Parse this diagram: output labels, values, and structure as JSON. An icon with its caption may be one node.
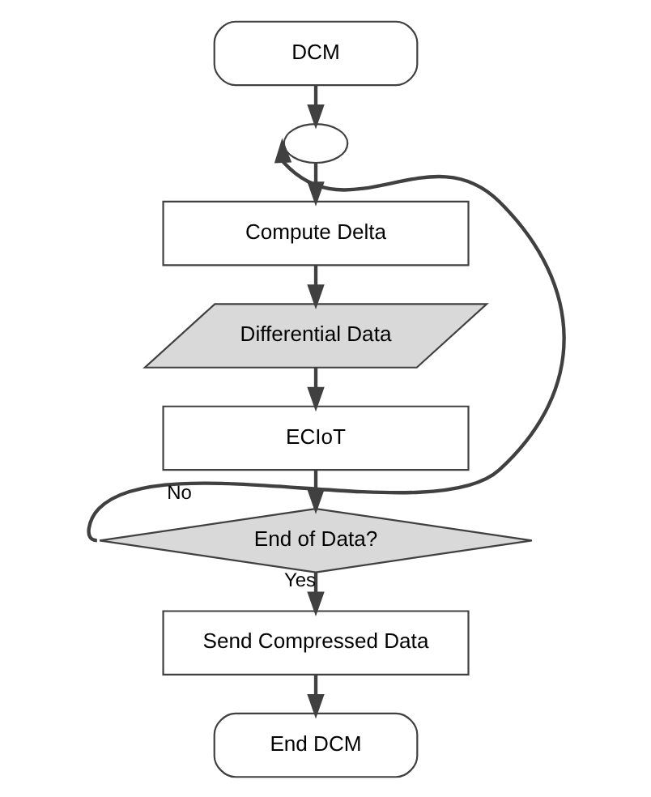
{
  "diagram": {
    "nodes": [
      {
        "text": [
          "DCM"
        ]
      },
      {
        "text": [],
        "shape": "ellipse"
      },
      {
        "text": [
          "Compute Delta"
        ]
      },
      {
        "text": [
          "Differential Data"
        ]
      },
      {
        "text": [
          "ECIoT"
        ]
      },
      {
        "text": [
          "End of Data?"
        ]
      },
      {
        "text": [
          "Send Compressed Data"
        ]
      },
      {
        "text": [
          "End DCM"
        ]
      }
    ],
    "edges": [
      {
        "from": 0,
        "to": 1,
        "arrow": "to"
      },
      {
        "from": 1,
        "to": 2,
        "arrow": "to"
      },
      {
        "from": 2,
        "to": 3,
        "arrow": "to"
      },
      {
        "from": 3,
        "to": 4,
        "arrow": "to"
      },
      {
        "from": 4,
        "to": 5,
        "arrow": "to"
      },
      {
        "from": 5,
        "to": 6,
        "label": "Yes",
        "arrow": "to"
      },
      {
        "from": 6,
        "to": 7,
        "arrow": "to"
      },
      {
        "from": 5,
        "to": 1,
        "label": "No",
        "arrow": "to"
      }
    ]
  }
}
